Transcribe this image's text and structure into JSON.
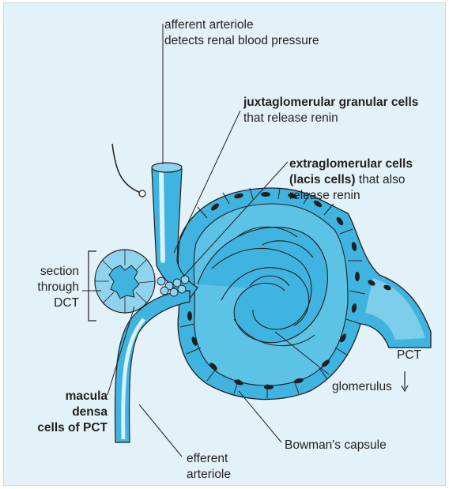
{
  "colors": {
    "background": "#e3f2f8",
    "tissue_fill": "#3fb4e0",
    "tissue_light": "#8fd3ee",
    "vessel_highlight": "#d8f1fb",
    "outline": "#231f20",
    "nucleus": "#231f20"
  },
  "labels": {
    "afferent": {
      "line1": "afferent arteriole",
      "line2": "detects renal blood pressure"
    },
    "juxta": {
      "bold": "juxtaglomerular granular cells",
      "line2": "that release renin"
    },
    "extra": {
      "bold1": "extraglomerular cells",
      "bold2": "(lacis cells)",
      "rest2": " that also",
      "line3": "release renin"
    },
    "section": {
      "line1": "section",
      "line2": "through",
      "line3": "DCT"
    },
    "macula": {
      "line1": "macula",
      "line2": "densa",
      "line3": "cells of PCT"
    },
    "pct": "PCT",
    "glomerulus": "glomerulus",
    "bowman": "Bowman's capsule",
    "efferent": {
      "line1": "efferent",
      "line2": "arteriole"
    }
  }
}
